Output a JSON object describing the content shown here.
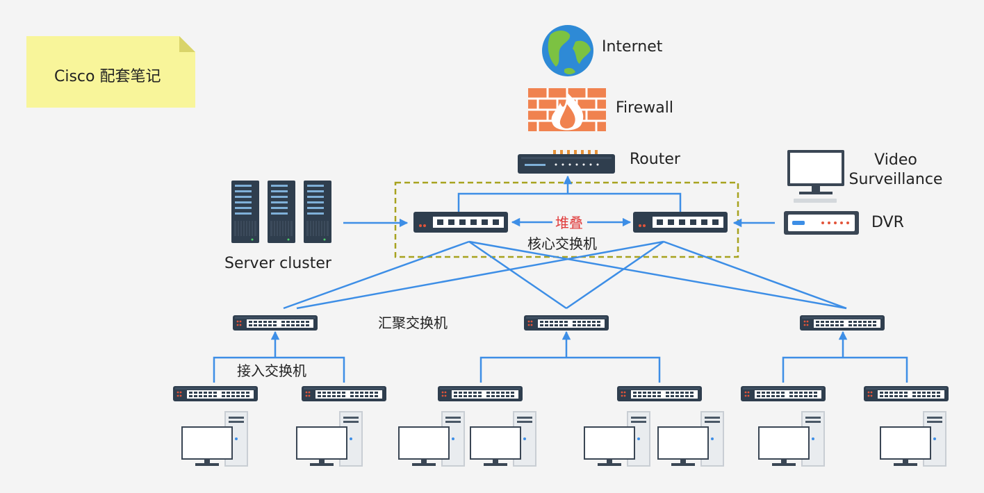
{
  "note": {
    "text": "Cisco 配套笔记"
  },
  "labels": {
    "internet": "Internet",
    "firewall": "Firewall",
    "router": "Router",
    "video_line1": "Video",
    "video_line2": "Surveillance",
    "dvr": "DVR",
    "server_cluster": "Server cluster",
    "stack": "堆叠",
    "core_switch": "核心交换机",
    "aggregation_switch": "汇聚交换机",
    "access_switch": "接入交换机"
  },
  "colors": {
    "link": "#3d8ee6",
    "stack_text": "#e03a3a",
    "core_box_border": "#a7a21f",
    "note_bg": "#f8f59a",
    "device_dark": "#2f3e4e",
    "port_white": "#ffffff",
    "firewall_brick": "#f0824f"
  },
  "icons": [
    "globe-icon",
    "firewall-icon",
    "router-icon",
    "monitor-icon",
    "dvr-icon",
    "server-icon",
    "switch-icon",
    "desktop-pc-icon"
  ]
}
